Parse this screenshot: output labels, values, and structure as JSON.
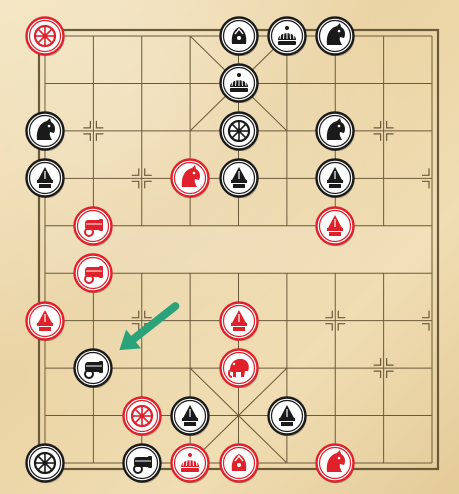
{
  "colors": {
    "red": "#e0202a",
    "black": "#1a1a1a",
    "board_line": "#6b5a3a",
    "arrow": "#2aa37a"
  },
  "board": {
    "files": 9,
    "ranks": 10
  },
  "pieces": [
    {
      "side": "red",
      "type": "chariot",
      "icon": "chariot-icon",
      "file": 0,
      "rank": 0
    },
    {
      "side": "black",
      "type": "advisor",
      "icon": "advisor-icon",
      "file": 4,
      "rank": 0
    },
    {
      "side": "black",
      "type": "general",
      "icon": "general-icon",
      "file": 5,
      "rank": 0
    },
    {
      "side": "black",
      "type": "horse",
      "icon": "horse-icon",
      "file": 6,
      "rank": 0
    },
    {
      "side": "black",
      "type": "general",
      "icon": "general-icon",
      "file": 4,
      "rank": 1
    },
    {
      "side": "black",
      "type": "horse",
      "icon": "horse-icon",
      "file": 0,
      "rank": 2
    },
    {
      "side": "black",
      "type": "chariot",
      "icon": "chariot-icon",
      "file": 4,
      "rank": 2
    },
    {
      "side": "black",
      "type": "horse",
      "icon": "horse-icon",
      "file": 6,
      "rank": 2
    },
    {
      "side": "black",
      "type": "soldier",
      "icon": "soldier-icon",
      "file": 0,
      "rank": 3
    },
    {
      "side": "red",
      "type": "horse",
      "icon": "horse-icon",
      "file": 3,
      "rank": 3
    },
    {
      "side": "black",
      "type": "soldier",
      "icon": "soldier-icon",
      "file": 4,
      "rank": 3
    },
    {
      "side": "black",
      "type": "soldier",
      "icon": "soldier-icon",
      "file": 6,
      "rank": 3
    },
    {
      "side": "red",
      "type": "cannon",
      "icon": "cannon-icon",
      "file": 1,
      "rank": 4
    },
    {
      "side": "red",
      "type": "soldier",
      "icon": "soldier-icon",
      "file": 6,
      "rank": 4
    },
    {
      "side": "red",
      "type": "cannon",
      "icon": "cannon-icon",
      "file": 1,
      "rank": 5
    },
    {
      "side": "red",
      "type": "soldier",
      "icon": "soldier-icon",
      "file": 0,
      "rank": 6
    },
    {
      "side": "red",
      "type": "soldier",
      "icon": "soldier-icon",
      "file": 4,
      "rank": 6
    },
    {
      "side": "black",
      "type": "cannon",
      "icon": "cannon-icon",
      "file": 1,
      "rank": 7
    },
    {
      "side": "red",
      "type": "elephant",
      "icon": "elephant-icon",
      "file": 4,
      "rank": 7
    },
    {
      "side": "red",
      "type": "chariot",
      "icon": "chariot-icon",
      "file": 2,
      "rank": 8
    },
    {
      "side": "black",
      "type": "soldier",
      "icon": "soldier-icon",
      "file": 3,
      "rank": 8
    },
    {
      "side": "black",
      "type": "soldier",
      "icon": "soldier-icon",
      "file": 5,
      "rank": 8
    },
    {
      "side": "black",
      "type": "chariot",
      "icon": "chariot-icon",
      "file": 0,
      "rank": 9
    },
    {
      "side": "black",
      "type": "cannon",
      "icon": "cannon-icon",
      "file": 2,
      "rank": 9
    },
    {
      "side": "red",
      "type": "general",
      "icon": "general-icon",
      "file": 3,
      "rank": 9
    },
    {
      "side": "red",
      "type": "advisor",
      "icon": "advisor-icon",
      "file": 4,
      "rank": 9
    },
    {
      "side": "red",
      "type": "horse",
      "icon": "horse-icon",
      "file": 6,
      "rank": 9
    }
  ],
  "hint_arrow": {
    "icon": "arrow-icon",
    "target_file": 1,
    "target_rank": 7
  }
}
